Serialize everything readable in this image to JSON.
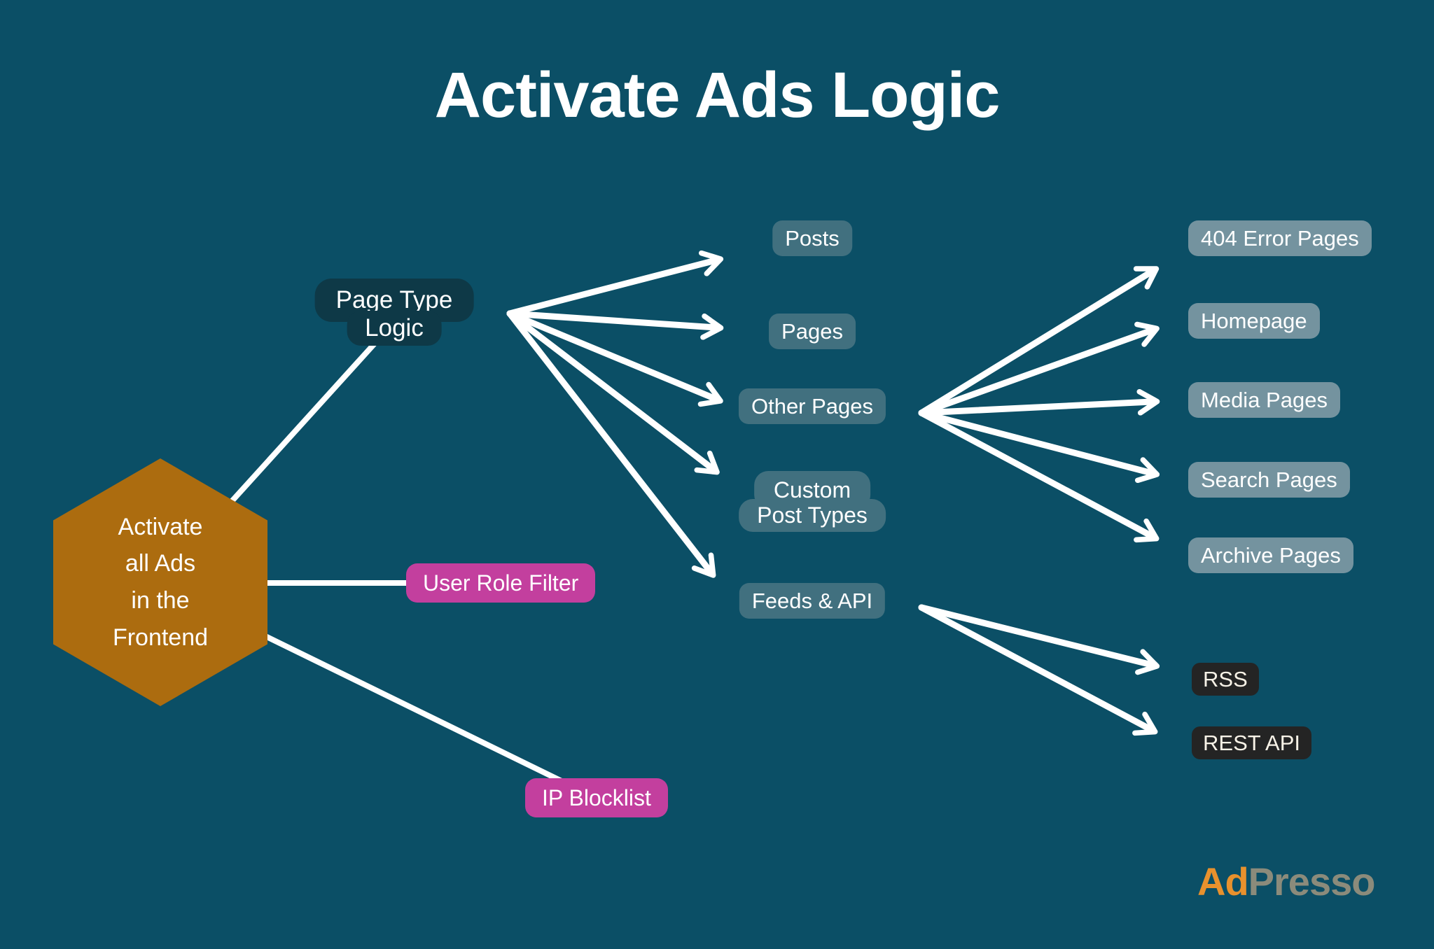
{
  "title": "Activate Ads Logic",
  "nodes": {
    "root": {
      "label": "Activate\nall Ads\nin the\nFrontend"
    },
    "page_type_logic": {
      "lines": [
        "Page Type",
        "Logic"
      ]
    },
    "user_role_filter": {
      "label": "User Role Filter"
    },
    "ip_blocklist": {
      "label": "IP Blocklist"
    },
    "posts": {
      "label": "Posts"
    },
    "pages": {
      "label": "Pages"
    },
    "other_pages": {
      "label": "Other Pages"
    },
    "custom_post_types": {
      "lines": [
        "Custom",
        "Post Types"
      ]
    },
    "feeds_api": {
      "label": "Feeds & API"
    },
    "error_pages_404": {
      "label": "404 Error Pages"
    },
    "homepage": {
      "label": "Homepage"
    },
    "media_pages": {
      "label": "Media Pages"
    },
    "search_pages": {
      "label": "Search Pages"
    },
    "archive_pages": {
      "label": "Archive Pages"
    },
    "rss": {
      "label": "RSS"
    },
    "rest_api": {
      "label": "REST API"
    }
  },
  "edges": [
    {
      "from": "root",
      "to": "page_type_logic",
      "arrow": false
    },
    {
      "from": "root",
      "to": "user_role_filter",
      "arrow": false
    },
    {
      "from": "root",
      "to": "ip_blocklist",
      "arrow": false
    },
    {
      "from": "page_type_logic",
      "to": "posts",
      "arrow": true
    },
    {
      "from": "page_type_logic",
      "to": "pages",
      "arrow": true
    },
    {
      "from": "page_type_logic",
      "to": "other_pages",
      "arrow": true
    },
    {
      "from": "page_type_logic",
      "to": "custom_post_types",
      "arrow": true
    },
    {
      "from": "page_type_logic",
      "to": "feeds_api",
      "arrow": true
    },
    {
      "from": "other_pages",
      "to": "error_pages_404",
      "arrow": true
    },
    {
      "from": "other_pages",
      "to": "homepage",
      "arrow": true
    },
    {
      "from": "other_pages",
      "to": "media_pages",
      "arrow": true
    },
    {
      "from": "other_pages",
      "to": "search_pages",
      "arrow": true
    },
    {
      "from": "other_pages",
      "to": "archive_pages",
      "arrow": true
    },
    {
      "from": "feeds_api",
      "to": "rss",
      "arrow": true
    },
    {
      "from": "feeds_api",
      "to": "rest_api",
      "arrow": true
    }
  ],
  "logo": {
    "part1": "Ad",
    "part2": "Presso"
  },
  "colors": {
    "background": "#0B4F66",
    "hexagon": "#AC6C0F",
    "dark_node": "#0E3947",
    "mid_pill": "#41707F",
    "right_pill": "#74939F",
    "dark_pill": "#242424",
    "dark_pill_text": "#F7F2E7",
    "pink_pill": "#C33F9E",
    "connector": "#FFFFFF",
    "text": "#FFFFFF",
    "logo_ad": "#E8912D",
    "logo_presso": "#8B8B7B"
  }
}
